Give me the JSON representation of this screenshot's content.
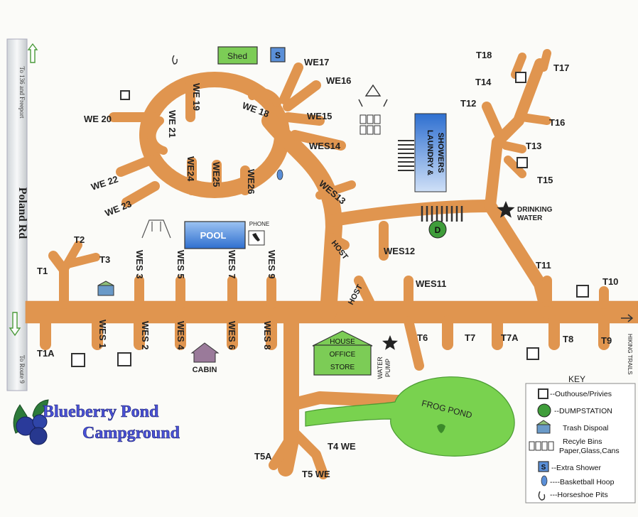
{
  "road_sign": {
    "name": "Poland Rd",
    "north_note": "To 136 and Freeport",
    "south_note": "To Route 9"
  },
  "title": {
    "line1": "Blueberry Pond",
    "line2": "Campground"
  },
  "sites": {
    "we17": "WE17",
    "we16": "WE16",
    "we15": "WE15",
    "wes14": "WES14",
    "wes13": "WES13",
    "we18": "WE 18",
    "we19": "WE 19",
    "we20": "WE 20",
    "we21": "WE 21",
    "we22": "WE 22",
    "we23": "WE 23",
    "we24": "WE24",
    "we25": "WE25",
    "we26": "WE26",
    "t1": "T1",
    "t2": "T2",
    "t3": "T3",
    "t1a": "T1A",
    "wes3": "WES 3",
    "wes5": "WES 5",
    "wes7": "WES 7",
    "wes9": "WES 9",
    "wes1": "WES 1",
    "wes2": "WES 2",
    "wes4": "WES 4",
    "wes6": "WES 6",
    "wes8": "WES 8",
    "host1": "HOST",
    "host2": "HOST",
    "wes12": "WES12",
    "wes11": "WES11",
    "t6": "T6",
    "t7": "T7",
    "t7a": "T7A",
    "t8": "T8",
    "t9": "T9",
    "t10": "T10",
    "t11": "T11",
    "t12": "T12",
    "t13": "T13",
    "t14": "T14",
    "t15": "T15",
    "t16": "T16",
    "t17": "T17",
    "t18": "T18",
    "t4": "T4 WE",
    "t5": "T5 WE",
    "t5a": "T5A"
  },
  "facilities": {
    "shed": "Shed",
    "shower_letter": "S",
    "pool": "POOL",
    "phone": "PHONE",
    "laundry": "LAUNDRY &",
    "showers": "SHOWERS",
    "dump_letter": "D",
    "drinking": "DRINKING",
    "water": "WATER",
    "house_line1": "HOUSE",
    "house_line2": "OFFICE",
    "house_line3": "STORE",
    "water_pump_1": "WATER",
    "water_pump_2": "PUMP",
    "cabin": "CABIN",
    "frog_pond": "FROG POND",
    "hiking": "HIKING TRAILS"
  },
  "key": {
    "title": "KEY",
    "items": [
      {
        "label": "--Outhouse/Privies",
        "icon": "outhouse-icon"
      },
      {
        "label": "--DUMPSTATION",
        "icon": "dumpstation-icon"
      },
      {
        "label": "Trash Dispoal",
        "icon": "trash-icon"
      },
      {
        "label": "Recyle Bins",
        "icon": "recycle-bins-icon"
      },
      {
        "label": "Paper,Glass,Cans",
        "icon": "recycle-bins-icon"
      },
      {
        "label": "--Extra Shower",
        "icon": "shower-icon"
      },
      {
        "label": "----Basketball Hoop",
        "icon": "basketball-hoop-icon"
      },
      {
        "label": "---Horseshoe Pits",
        "icon": "horseshoe-icon"
      }
    ]
  },
  "colors": {
    "road": "#e0954f",
    "green": "#6cc24a",
    "pond": "#79d24f",
    "blue": "#3a78d0",
    "title": "#4a52d8"
  }
}
